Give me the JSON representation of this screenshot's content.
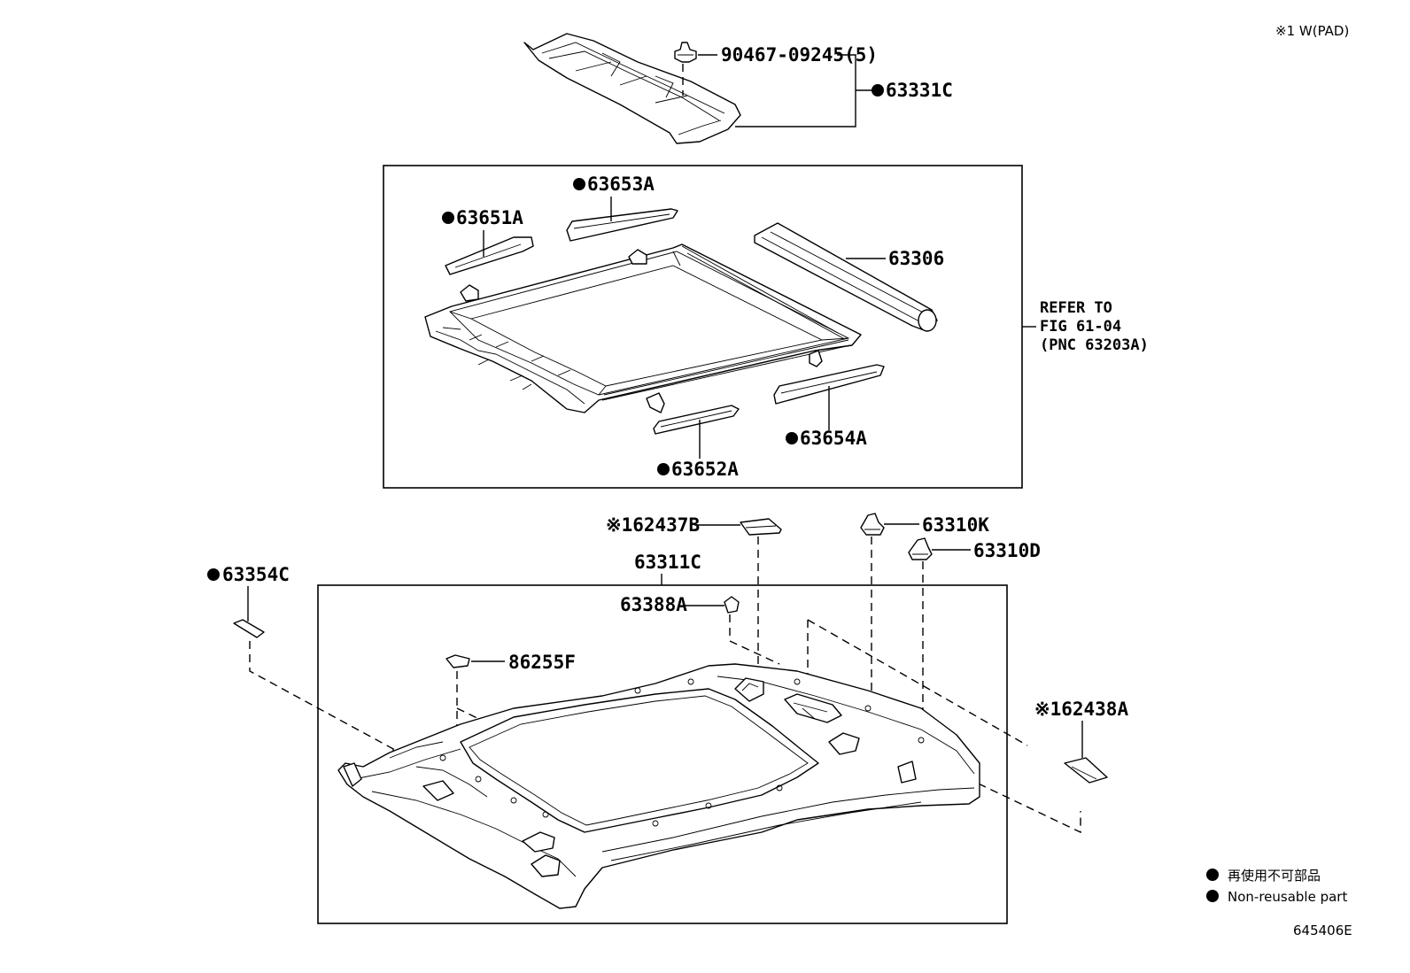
{
  "note_top": "※1 W(PAD)",
  "labels": {
    "p90467": "90467-09245(5)",
    "p63331C": "63331C",
    "p63653A": "63653A",
    "p63651A": "63651A",
    "p63306": "63306",
    "p63654A": "63654A",
    "p63652A": "63652A",
    "p62437B": "※162437B",
    "p63311C": "63311C",
    "p63310K": "63310K",
    "p63310D": "63310D",
    "p63354C": "63354C",
    "p63388A": "63388A",
    "p86255F": "86255F",
    "p62438A": "※162438A"
  },
  "refer": {
    "line1": "REFER TO",
    "line2": "FIG 61-04",
    "line3": "(PNC 63203A)"
  },
  "legend": {
    "line_jp": "再使用不可部品",
    "line_en": "Non-reusable part"
  },
  "figure_id": "645406E"
}
